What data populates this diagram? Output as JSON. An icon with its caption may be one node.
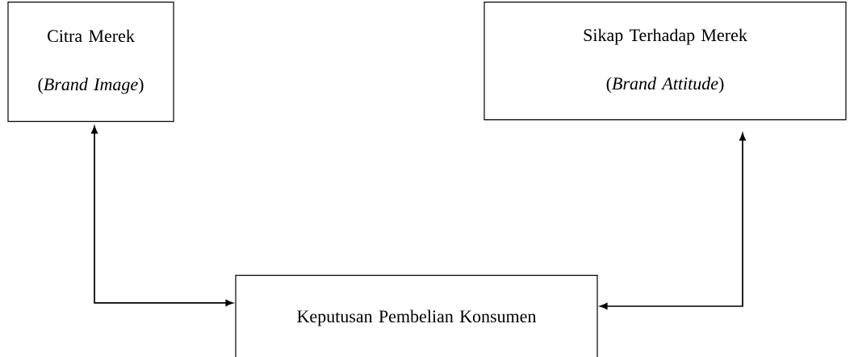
{
  "diagram": {
    "nodes": [
      {
        "text": [
          "Citra Merek",
          "(*Brand Image*)"
        ]
      },
      {
        "text": [
          "Sikap Terhadap Merek",
          "(*Brand Attitude*)"
        ]
      },
      {
        "text": [
          "Keputusan Pembelian Konsumen"
        ]
      }
    ],
    "edges": [
      {
        "from": 0,
        "to": 2,
        "arrow": "both"
      },
      {
        "from": 1,
        "to": 2,
        "arrow": "both"
      }
    ]
  }
}
